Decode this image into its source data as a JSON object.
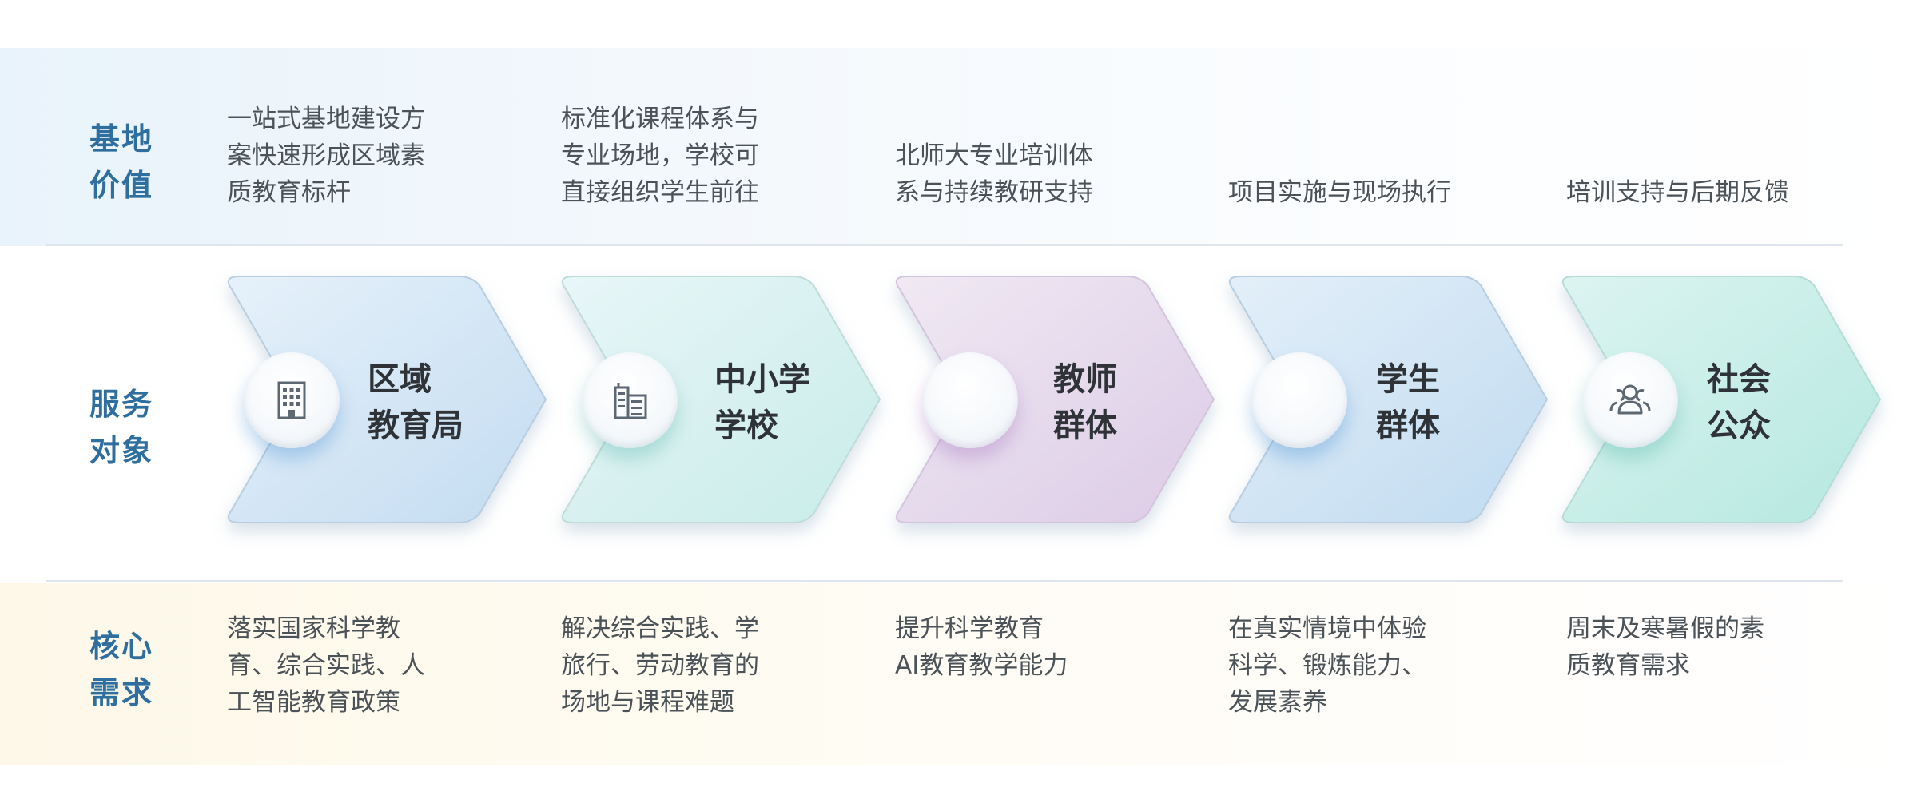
{
  "rows": {
    "value": {
      "title_line1": "基地",
      "title_line2": "价值"
    },
    "service": {
      "title_line1": "服务",
      "title_line2": "对象"
    },
    "needs": {
      "title_line1": "核心",
      "title_line2": "需求"
    }
  },
  "columns": [
    {
      "value_lines": [
        "一站式基地建设方",
        "案快速形成区域素",
        "质教育标杆"
      ],
      "chevron_line1": "区域",
      "chevron_line2": "教育局",
      "icon": "office-building-icon",
      "color": "#cfe3f5",
      "need_lines": [
        "落实国家科学教",
        "育、综合实践、人",
        "工智能教育政策"
      ]
    },
    {
      "value_lines": [
        "标准化课程体系与",
        "专业场地，学校可",
        "直接组织学生前往"
      ],
      "chevron_line1": "中小学",
      "chevron_line2": "学校",
      "icon": "school-building-icon",
      "color": "#d4f1ee",
      "need_lines": [
        "解决综合实践、学",
        "旅行、劳动教育的",
        "场地与课程难题"
      ]
    },
    {
      "value_lines": [
        "北师大专业培训体",
        "系与持续教研支持"
      ],
      "chevron_line1": "教师",
      "chevron_line2": "群体",
      "icon": "blank-circle-icon",
      "color": "#ead9ee",
      "need_lines": [
        "提升科学教育",
        "AI教育教学能力"
      ]
    },
    {
      "value_lines": [
        "项目实施与现场执行"
      ],
      "chevron_line1": "学生",
      "chevron_line2": "群体",
      "icon": "blank-circle-icon",
      "color": "#cde3f4",
      "need_lines": [
        "在真实情境中体验",
        "科学、锻炼能力、",
        "发展素养"
      ]
    },
    {
      "value_lines": [
        "培训支持与后期反馈"
      ],
      "chevron_line1": "社会",
      "chevron_line2": "公众",
      "icon": "people-group-icon",
      "color": "#c9efe8",
      "need_lines": [
        "周末及寒暑假的素",
        "质教育需求"
      ]
    }
  ]
}
